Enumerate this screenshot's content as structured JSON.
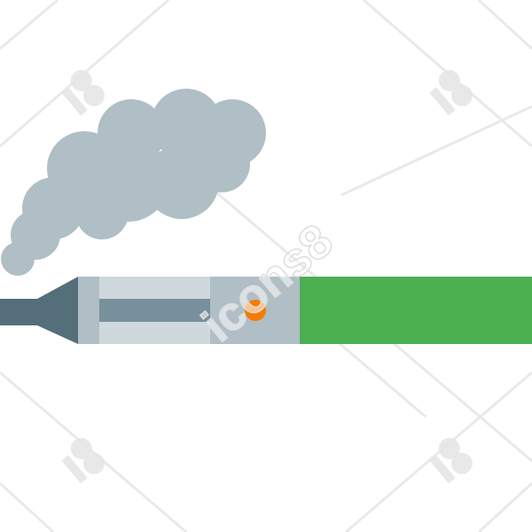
{
  "illustration": {
    "subject": "vape-pen-with-smoke",
    "colors": {
      "smoke": "#b0bec5",
      "mouthpiece_tip": "#546e7a",
      "cone": "#546e7a",
      "tank_frame": "#b0bec5",
      "tank_glass": "#cfd8dc",
      "coil": "#78909c",
      "control_panel": "#b0bec5",
      "led": "#f57c00",
      "battery": "#4caf50",
      "background": "#ffffff"
    }
  },
  "watermark": {
    "text": "icons8",
    "logo_count": 4
  }
}
